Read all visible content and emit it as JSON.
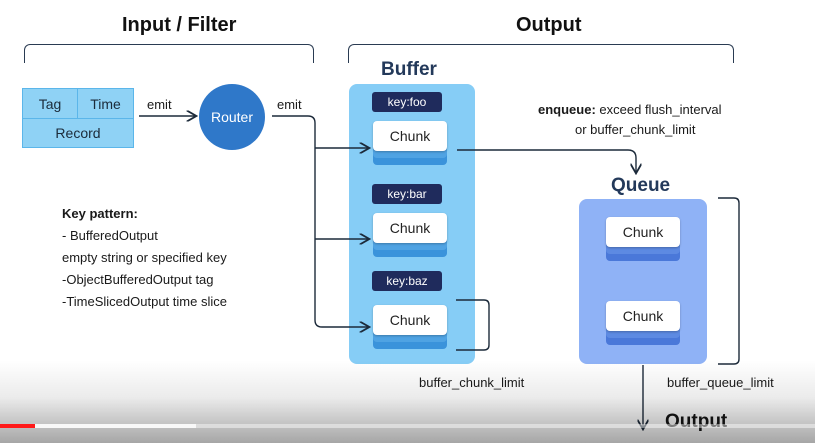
{
  "sections": {
    "input_filter": "Input / Filter",
    "output": "Output"
  },
  "record": {
    "tag": "Tag",
    "time": "Time",
    "record": "Record"
  },
  "labels": {
    "emit_1": "emit",
    "emit_2": "emit"
  },
  "router": "Router",
  "buffer": {
    "title": "Buffer",
    "keys": [
      "key:foo",
      "key:bar",
      "key:baz"
    ],
    "chunk_label": "Chunk"
  },
  "enqueue": {
    "bold": "enqueue:",
    "line1_rest": " exceed flush_interval",
    "line2": "or buffer_chunk_limit"
  },
  "queue": {
    "title": "Queue",
    "chunk_label": "Chunk"
  },
  "key_pattern": {
    "title": "Key pattern:",
    "lines": [
      "- BufferedOutput",
      "empty string or specified key",
      "-ObjectBufferedOutput tag",
      "-TimeSlicedOutput time slice"
    ]
  },
  "limits": {
    "buffer_chunk_limit": "buffer_chunk_limit",
    "buffer_queue_limit": "buffer_queue_limit"
  },
  "bottom_output": "Output",
  "video": {
    "played_fraction": 0.043,
    "loaded_fraction": 0.24,
    "accent": "#ff1a1a"
  },
  "colors": {
    "router": "#2f78c9",
    "buffer_panel": "#86cdf6",
    "queue_panel": "#8fb2f6",
    "key_badge": "#1f2b5c"
  }
}
